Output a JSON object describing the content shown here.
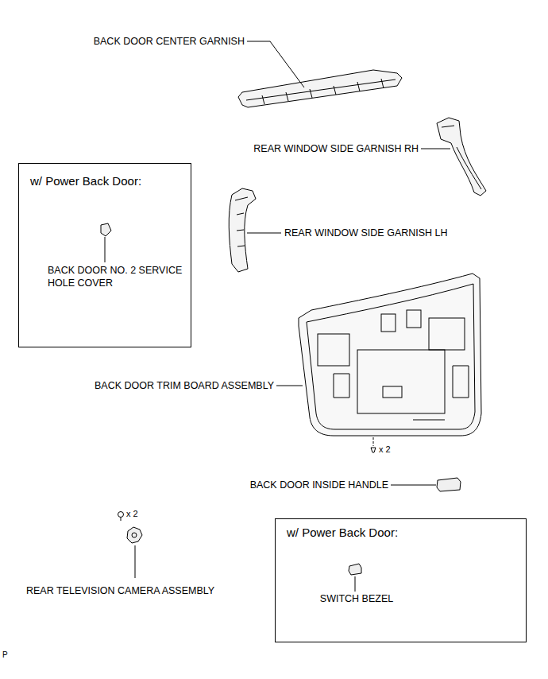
{
  "diagram": {
    "nodes": [
      {
        "text": [
          "w/ Power Back Door:",
          "BACK DOOR NO. 2 SERVICE HOLE COVER"
        ]
      },
      {
        "text": [
          "w/ Power Back Door:",
          "SWITCH BEZEL"
        ]
      }
    ],
    "labels": [
      "BACK DOOR CENTER GARNISH",
      "REAR WINDOW SIDE GARNISH RH",
      "REAR WINDOW SIDE GARNISH LH",
      "BACK DOOR TRIM BOARD ASSEMBLY",
      "x 2",
      "BACK DOOR INSIDE HANDLE",
      "x 2",
      "REAR TELEVISION CAMERA ASSEMBLY",
      "P"
    ]
  }
}
